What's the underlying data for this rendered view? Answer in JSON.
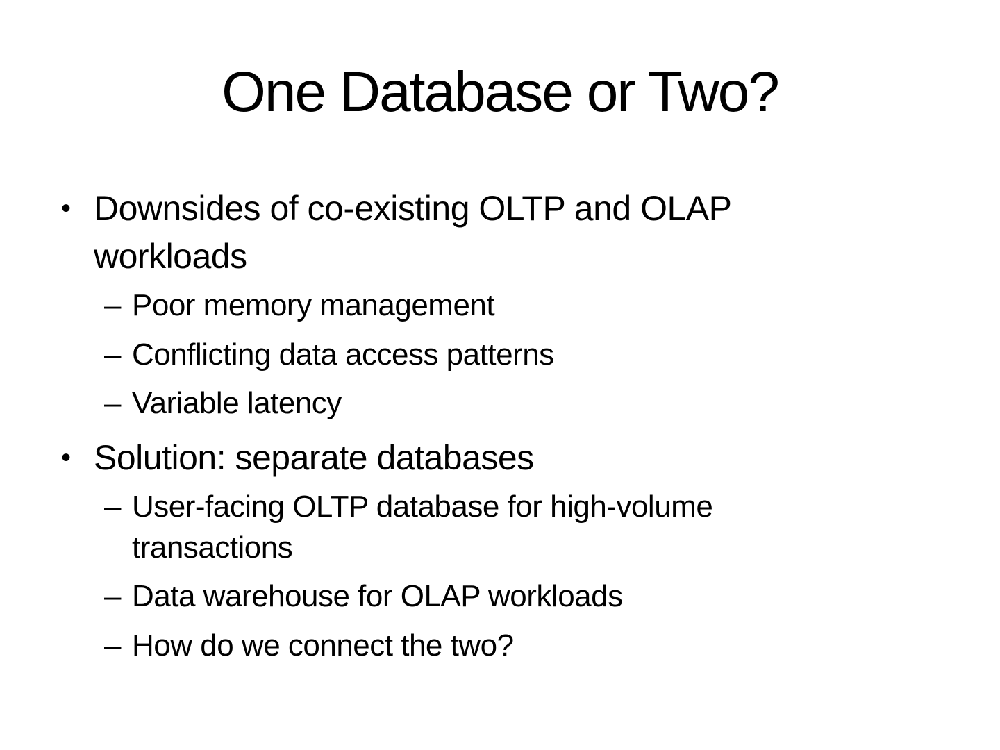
{
  "slide": {
    "title": "One Database or Two?",
    "markers": {
      "level1": "•",
      "level2": "–"
    },
    "bullets": [
      {
        "text": "Downsides of co-existing OLTP and OLAP workloads",
        "sub": [
          "Poor memory management",
          "Conflicting data access patterns",
          "Variable latency"
        ]
      },
      {
        "text": "Solution: separate databases",
        "sub": [
          "User-facing OLTP database for high-volume transactions",
          "Data warehouse for OLAP workloads",
          "How do we connect the two?"
        ]
      }
    ]
  }
}
